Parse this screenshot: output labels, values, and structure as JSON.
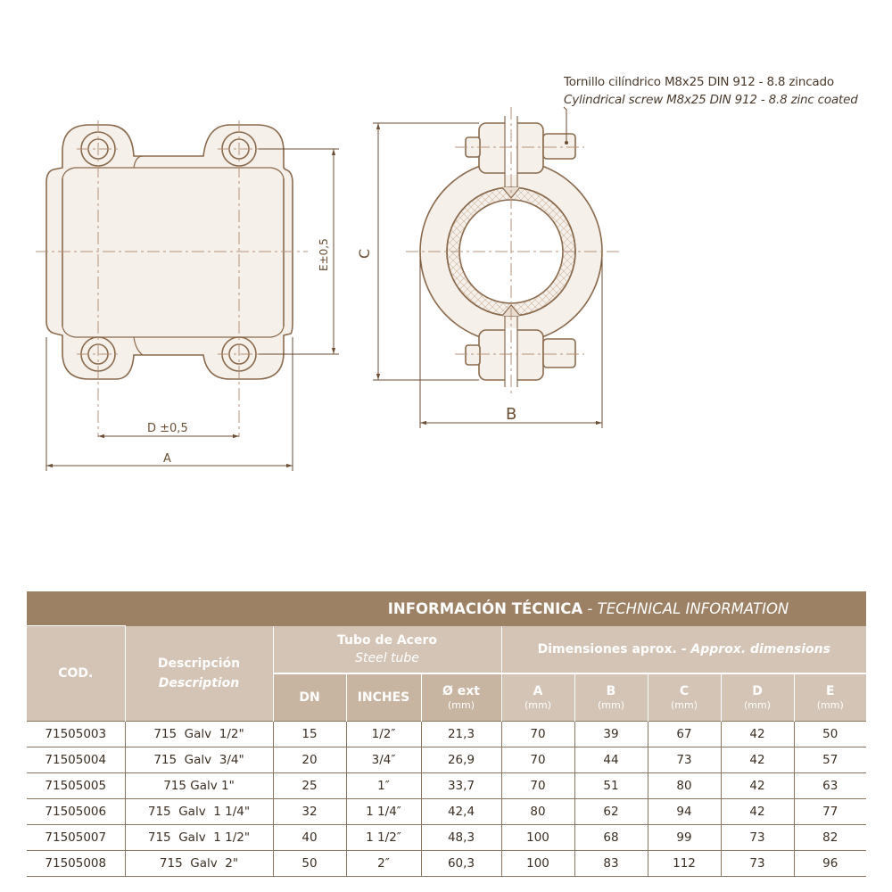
{
  "drawing": {
    "labels": {
      "A": "A",
      "B": "B",
      "C": "C",
      "D": "D ±0,5",
      "E": "E±0,5"
    },
    "screw_note_es": "Tornillo cilíndrico M8x25 DIN 912 - 8.8 zincado",
    "screw_note_en": "Cylindrical screw M8x25 DIN 912 - 8.8 zinc coated",
    "colors": {
      "line": "#8a6a4c",
      "dim": "#6b4e33",
      "fill_body": "#f6f0ea",
      "fill_liner": "#e9ddd2"
    }
  },
  "table": {
    "title_es": "INFORMACIÓN TÉCNICA",
    "title_sep": " - ",
    "title_en": "TECHNICAL INFORMATION",
    "headers": {
      "cod": "COD.",
      "desc_es": "Descripción",
      "desc_en": "Description",
      "tube_es": "Tubo de Acero",
      "tube_en": "Steel tube",
      "dims_es": "Dimensiones aprox.",
      "dims_sep": " - ",
      "dims_en": "Approx. dimensions",
      "dn": "DN",
      "inches": "INCHES",
      "oext": "Ø ext",
      "a": "A",
      "b": "B",
      "c": "C",
      "d": "D",
      "e": "E",
      "unit": "(mm)"
    },
    "rows": [
      [
        "71505003",
        "715  Galv  1/2\"",
        "15",
        "1/2″",
        "21,3",
        "70",
        "39",
        "67",
        "42",
        "50"
      ],
      [
        "71505004",
        "715  Galv  3/4\"",
        "20",
        "3/4″",
        "26,9",
        "70",
        "44",
        "73",
        "42",
        "57"
      ],
      [
        "71505005",
        "715 Galv 1\"",
        "25",
        "1″",
        "33,7",
        "70",
        "51",
        "80",
        "42",
        "63"
      ],
      [
        "71505006",
        "715  Galv  1 1/4\"",
        "32",
        "1 1/4″",
        "42,4",
        "80",
        "62",
        "94",
        "42",
        "77"
      ],
      [
        "71505007",
        "715  Galv  1 1/2\"",
        "40",
        "1 1/2″",
        "48,3",
        "100",
        "68",
        "99",
        "73",
        "82"
      ],
      [
        "71505008",
        "715  Galv  2\"",
        "50",
        "2″",
        "60,3",
        "100",
        "83",
        "112",
        "73",
        "96"
      ]
    ],
    "colors": {
      "title_bg": "#9d8165",
      "header_bg": "#d3c4b5",
      "text": "#3b2e22"
    }
  }
}
